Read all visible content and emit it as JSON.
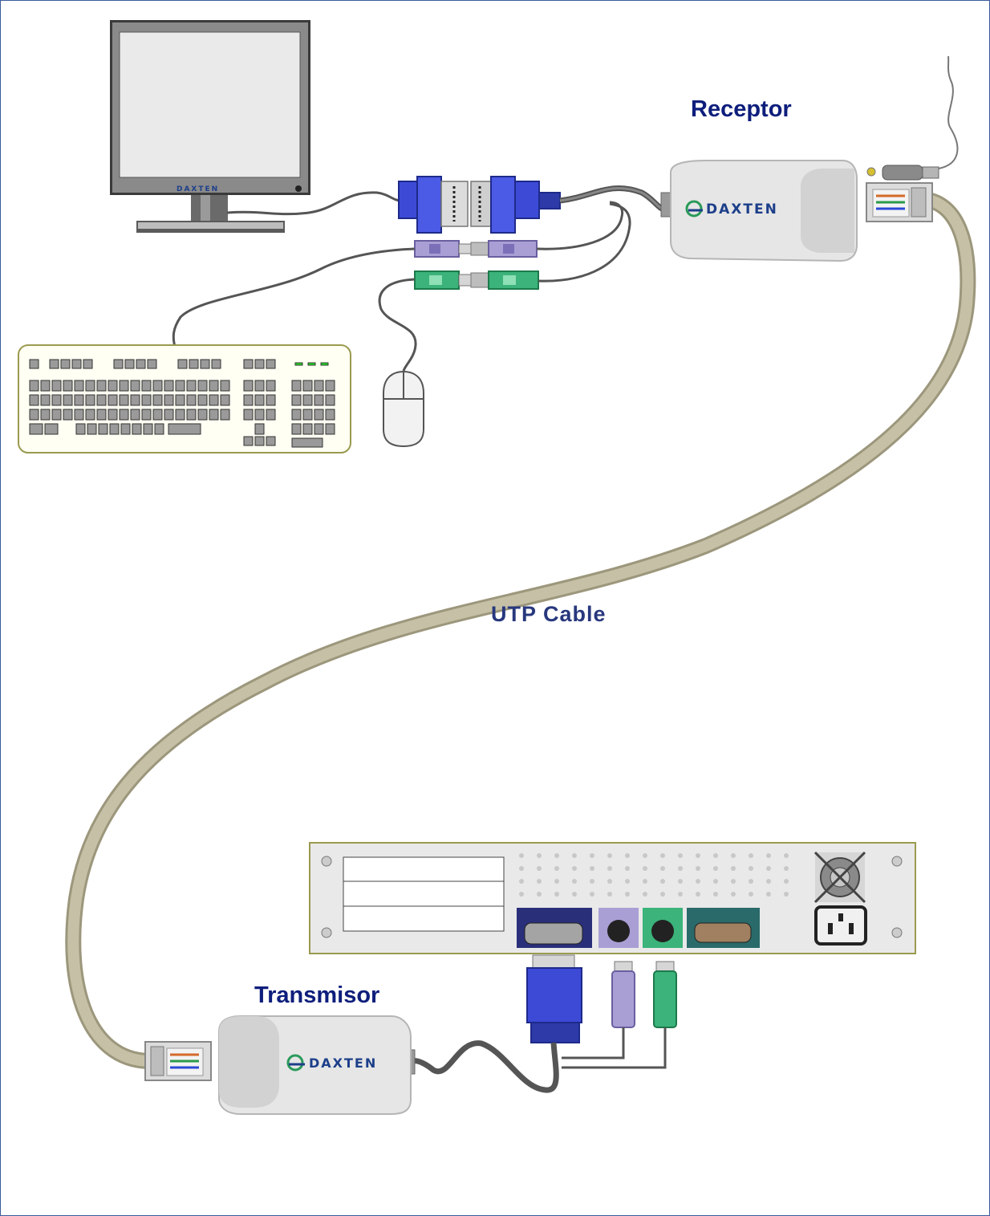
{
  "labels": {
    "receptor": "Receptor",
    "transmisor": "Transmisor",
    "utp_cable": "UTP Cable"
  },
  "brand": {
    "receptor_logo": "DAXTEN",
    "transmisor_logo": "DAXTEN",
    "monitor_logo": "DAXTEN"
  },
  "colors": {
    "label_text": "#0e1e7c",
    "utp_cable": "#bdb89c",
    "vga_blue": "#3c4ad6",
    "ps2_keyboard_purple": "#a99fd4",
    "ps2_mouse_green": "#3bb37a",
    "frame_border": "#3a5a9a"
  },
  "icons": [
    "monitor-icon",
    "keyboard-icon",
    "mouse-icon",
    "vga-connector-icon",
    "ps2-keyboard-connector-icon",
    "ps2-mouse-connector-icon",
    "receiver-unit-icon",
    "transmitter-unit-icon",
    "rj45-jack-icon",
    "power-plug-icon",
    "server-back-panel-icon",
    "fan-icon",
    "power-socket-icon"
  ]
}
